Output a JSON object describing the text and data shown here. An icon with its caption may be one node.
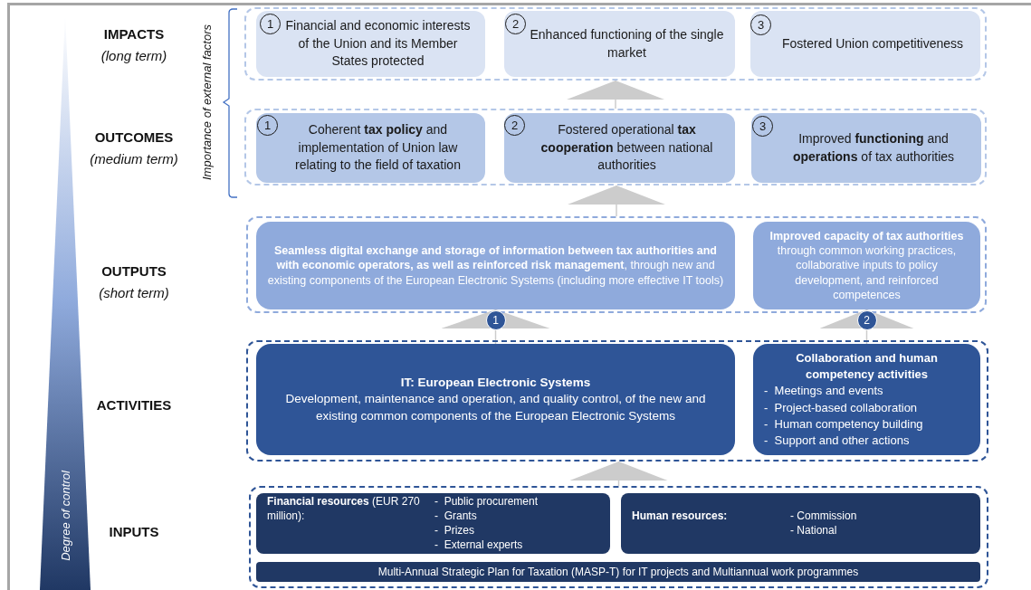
{
  "diagram": {
    "nodes": [
      {
        "text": [
          "Degree of control"
        ]
      },
      {
        "text": [],
        "shape": "box"
      },
      {
        "text": [
          "Financial and economic interests of the Union and its Member States protected"
        ],
        "in": 1
      },
      {
        "text": [
          "1"
        ],
        "in": 2
      },
      {
        "text": [
          "Enhanced functioning of the single market"
        ],
        "in": 1
      },
      {
        "text": [
          "2"
        ],
        "in": 4
      },
      {
        "text": [
          "Fostered Union competitiveness"
        ],
        "in": 1
      },
      {
        "text": [
          "3"
        ],
        "in": 6
      },
      {
        "text": [],
        "shape": "box"
      },
      {
        "text": [
          "Coherent **tax policy** and implementation of Union law relating to the field of taxation"
        ],
        "in": 8
      },
      {
        "text": [
          "1"
        ],
        "in": 9
      },
      {
        "text": [
          "Fostered operational **tax cooperation** between national authorities"
        ],
        "in": 8
      },
      {
        "text": [
          "2"
        ],
        "in": 11
      },
      {
        "text": [
          "Improved **functioning** and **operations** of tax authorities"
        ],
        "in": 8
      },
      {
        "text": [
          "3"
        ],
        "in": 13
      },
      {
        "text": [],
        "shape": "box"
      },
      {
        "text": [
          "**Seamless digital exchange and storage of information between tax authorities and with economic operators, as well as reinforced risk management**, through new and existing components of the European Electronic Systems (including more effective IT tools)"
        ],
        "in": 15
      },
      {
        "text": [
          "**Improved capacity of tax authorities** through common working practices, collaborative inputs to policy development, and reinforced competences"
        ],
        "in": 15
      },
      {
        "text": [],
        "shape": "box"
      },
      {
        "text": [
          "IT: European Electronic Systems",
          "Development, maintenance and operation, and quality control, of the new and existing common components of the European Electronic Systems"
        ],
        "in": 18
      },
      {
        "text": [
          "Collaboration and human competency activities",
          "-  Meetings and events",
          "-  Project-based collaboration",
          "-  Human competency building",
          "-  Support and other actions"
        ],
        "in": 18
      },
      {
        "text": [],
        "shape": "box"
      },
      {
        "text": [
          "**Financial resources** (EUR 270 million):",
          "-  Public procurement",
          "-  Grants",
          "-  Prizes",
          "-  External experts"
        ],
        "in": 21
      },
      {
        "text": [
          "Human resources:",
          "- Commission",
          "- National"
        ],
        "in": 21
      },
      {
        "text": [
          "Multi-Annual Strategic Plan for Taxation (MASP-T) for IT projects and Multiannual work programmes"
        ],
        "in": 21
      }
    ],
    "edges": [
      {
        "from": 21,
        "to": 18,
        "arrow": "to"
      },
      {
        "from": 19,
        "to": 16,
        "arrow": "to",
        "label": "1"
      },
      {
        "from": 20,
        "to": 17,
        "arrow": "to",
        "label": "2"
      },
      {
        "from": 15,
        "to": 8,
        "arrow": "to"
      },
      {
        "from": 8,
        "to": 1,
        "arrow": "to"
      }
    ],
    "labels": [
      "IMPACTS",
      "(long term)",
      "OUTCOMES",
      "(medium term)",
      "OUTPUTS",
      "(short term)",
      "ACTIVITIES",
      "INPUTS",
      "Importance of external factors"
    ]
  }
}
